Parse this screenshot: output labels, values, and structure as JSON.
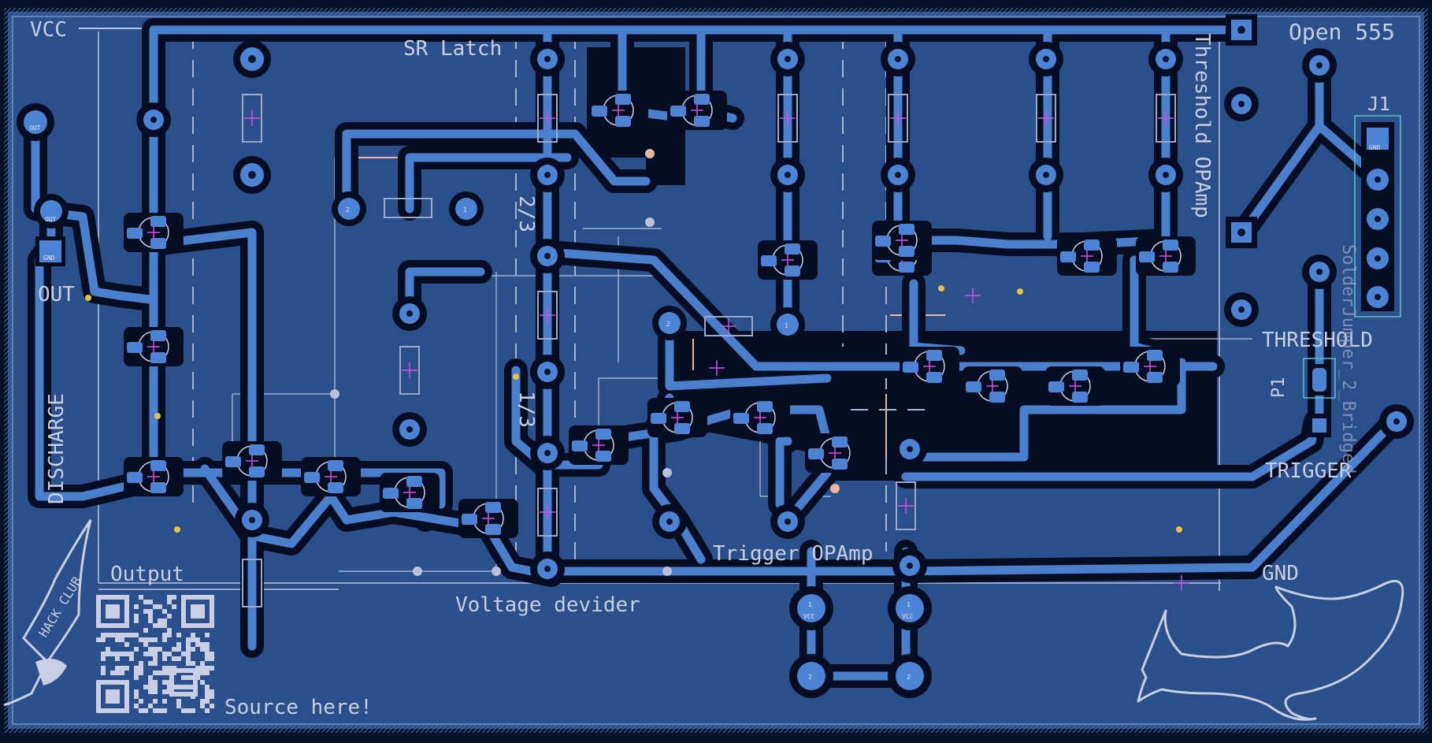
{
  "labels": {
    "vcc": "VCC",
    "out": "OUT",
    "discharge": "DISCHARGE",
    "sr_latch": "SR Latch",
    "two_thirds": "2/3",
    "one_third": "1/3",
    "threshold_opamp": "Threshold OPAmp",
    "open555": "Open 555",
    "j1": "J1",
    "threshold": "THRESHOLD",
    "trigger": "TRIGGER",
    "p1": "P1",
    "solderjumper": "SolderJumper_2_Bridged",
    "trigger_opamp": "Trigger OPAmp",
    "output": "Output",
    "voltage_devider": "Voltage devider",
    "source_here": "Source here!",
    "gnd": "GND",
    "hack_club": "HACK CLUB"
  },
  "pads": {
    "out": "OUT",
    "gnd": "GND",
    "vcc": "VCC",
    "one": "1",
    "two": "2"
  },
  "colors": {
    "board": "#2b4f8a",
    "trace": "#4a7fce",
    "silkscreen": "#c8cfe4",
    "copper_clearance": "#050d22",
    "fab_marker": "#d050e0",
    "background": "#04122a"
  }
}
